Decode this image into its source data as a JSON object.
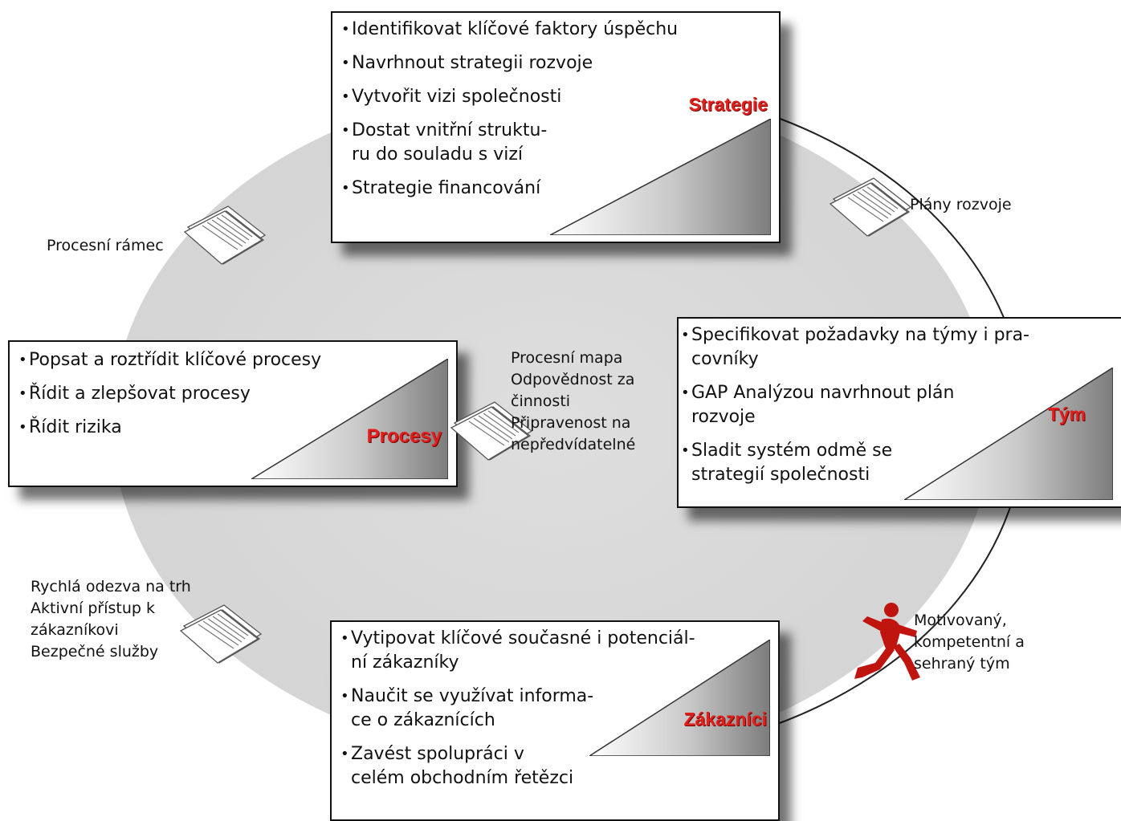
{
  "boxes": {
    "strategie": {
      "label": "Strategie",
      "items": [
        [
          "Identifikovat klíčové faktory úspěchu"
        ],
        [
          "Navrhnout strategii rozvoje"
        ],
        [
          "Vytvořit vizi společnosti"
        ],
        [
          "Dostat vnitřní struktu-",
          "ru do souladu s vizí"
        ],
        [
          "Strategie financování"
        ]
      ]
    },
    "procesy": {
      "label": "Procesy",
      "items": [
        [
          "Popsat a roztřídit klíčové procesy"
        ],
        [
          "Řídit a zlepšovat procesy"
        ],
        [
          "Řídit rizika"
        ]
      ]
    },
    "tym": {
      "label": "Tým",
      "items": [
        [
          "Specifikovat požadavky na týmy i pra-",
          "covníky"
        ],
        [
          "GAP Analýzou navrhnout plán",
          "rozvoje"
        ],
        [
          "Sladit systém odmě se",
          "strategií společnosti"
        ]
      ]
    },
    "zakaznici": {
      "label": "Zákazníci",
      "items": [
        [
          "Vytipovat klíčové současné i potenciál-",
          "ní zákazníky"
        ],
        [
          "Naučit se využívat informa-",
          "ce o zákaznících"
        ],
        [
          "Zavést spolupráci v",
          "celém obchodním řetězci"
        ]
      ]
    }
  },
  "outputs": {
    "procesni_ramec": [
      "Procesní rámec"
    ],
    "plany_rozvoje": [
      "Plány rozvoje"
    ],
    "procesni_mapa": [
      "Procesní mapa",
      "Odpovědnost za",
      "činnosti",
      "Připravenost na",
      "nepředvídatelné"
    ],
    "trh": [
      "Rychlá odezva na trh",
      "Aktivní přístup k",
      "zákazníkovi",
      "Bezpečné služby"
    ],
    "tym_motiv": [
      "Motivovaný,",
      "kompetentní a",
      "sehraný tým"
    ]
  },
  "icons": [
    "document-stack-icon",
    "running-man-icon"
  ],
  "colors": {
    "ellipse": "#dcdcdc",
    "label_red": "#e0201c",
    "runner_red": "#c0140f"
  }
}
